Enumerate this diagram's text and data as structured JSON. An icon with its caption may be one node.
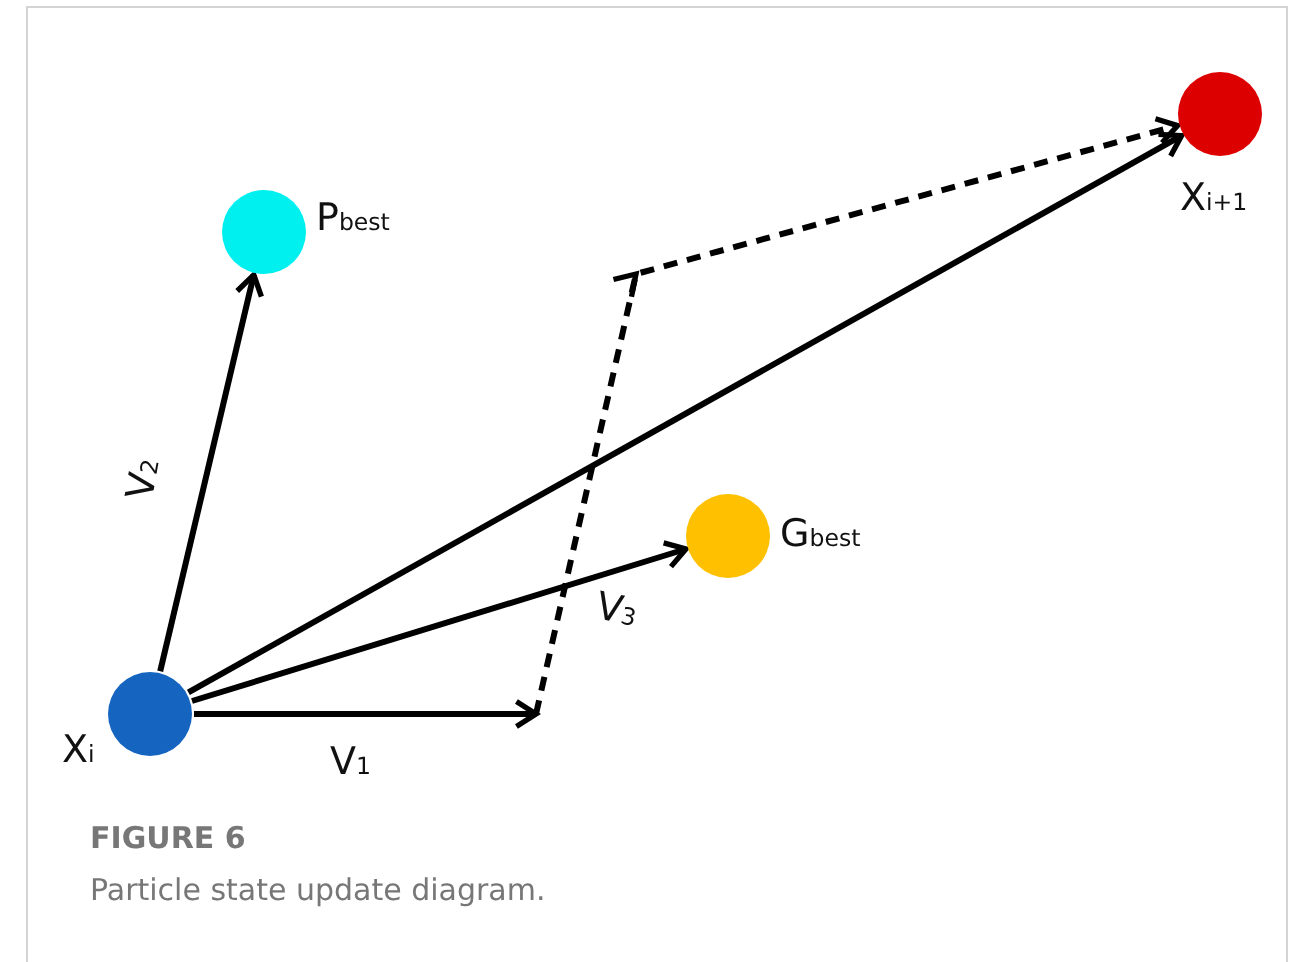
{
  "diagram": {
    "title": "FIGURE 6",
    "caption": "Particle state update diagram.",
    "nodes": [
      {
        "text": [
          "X$_{i}$"
        ]
      },
      {
        "text": [
          "P$_{best}$"
        ]
      },
      {
        "text": [
          "G$_{best}$"
        ]
      },
      {
        "text": [
          "X$_{i+1}$"
        ]
      }
    ],
    "edges": [
      {
        "from": 0,
        "to": 1,
        "arrow": "to",
        "label": "V$_{2}$"
      },
      {
        "from": 0,
        "to": 3,
        "arrow": "to"
      },
      {
        "from": 0,
        "to": 2,
        "arrow": "to",
        "label": "V$_{3}$"
      },
      {
        "from": 0,
        "to": null,
        "arrow": "to",
        "label": "V$_{1}$"
      },
      {
        "from": null,
        "to": 3,
        "arrow": "to",
        "style": "dashed"
      }
    ]
  }
}
